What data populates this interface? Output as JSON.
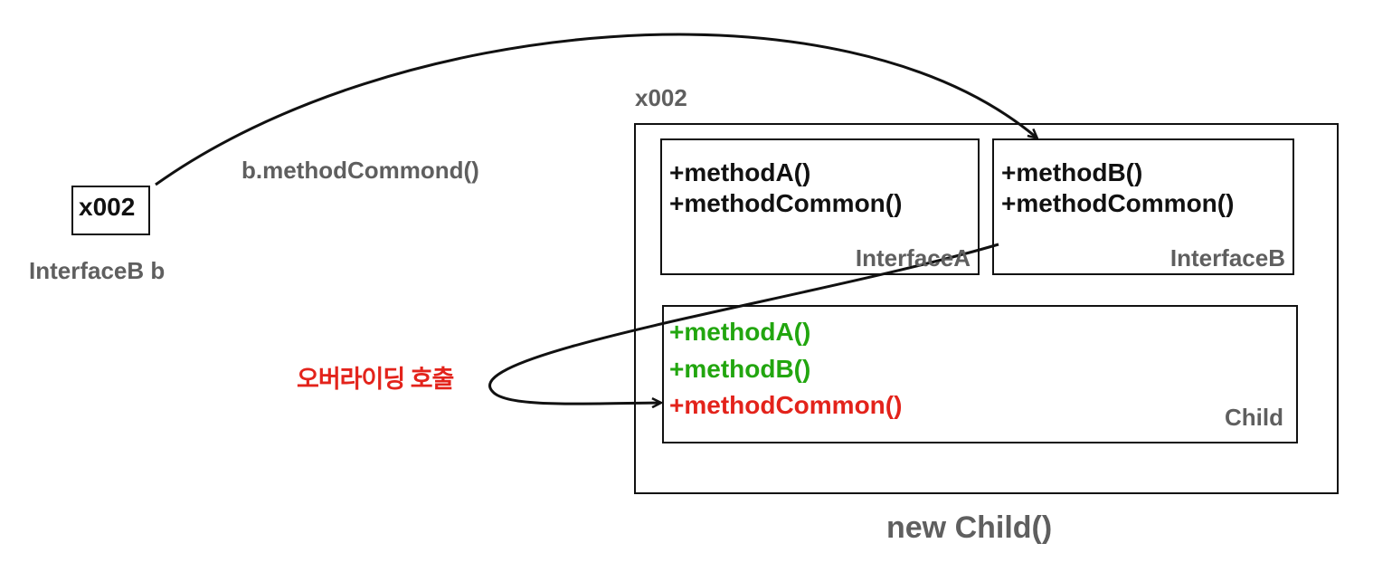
{
  "reference": {
    "value": "x002",
    "label": "InterfaceB b"
  },
  "call": {
    "label": "b.methodCommond()"
  },
  "instance": {
    "address": "x002",
    "caption": "new Child()"
  },
  "interface_a": {
    "title": "InterfaceA",
    "methods": [
      "+methodA()",
      "+methodCommon()"
    ]
  },
  "interface_b": {
    "title": "InterfaceB",
    "methods": [
      "+methodB()",
      "+methodCommon()"
    ]
  },
  "child": {
    "title": "Child",
    "methods": [
      "+methodA()",
      "+methodB()",
      "+methodCommon()"
    ]
  },
  "override_call": {
    "label": "오버라이딩 호출"
  },
  "colors": {
    "text": "#111111",
    "secondary": "#5f5f5f",
    "implemented": "#22a60f",
    "overridden": "#e3231b"
  }
}
